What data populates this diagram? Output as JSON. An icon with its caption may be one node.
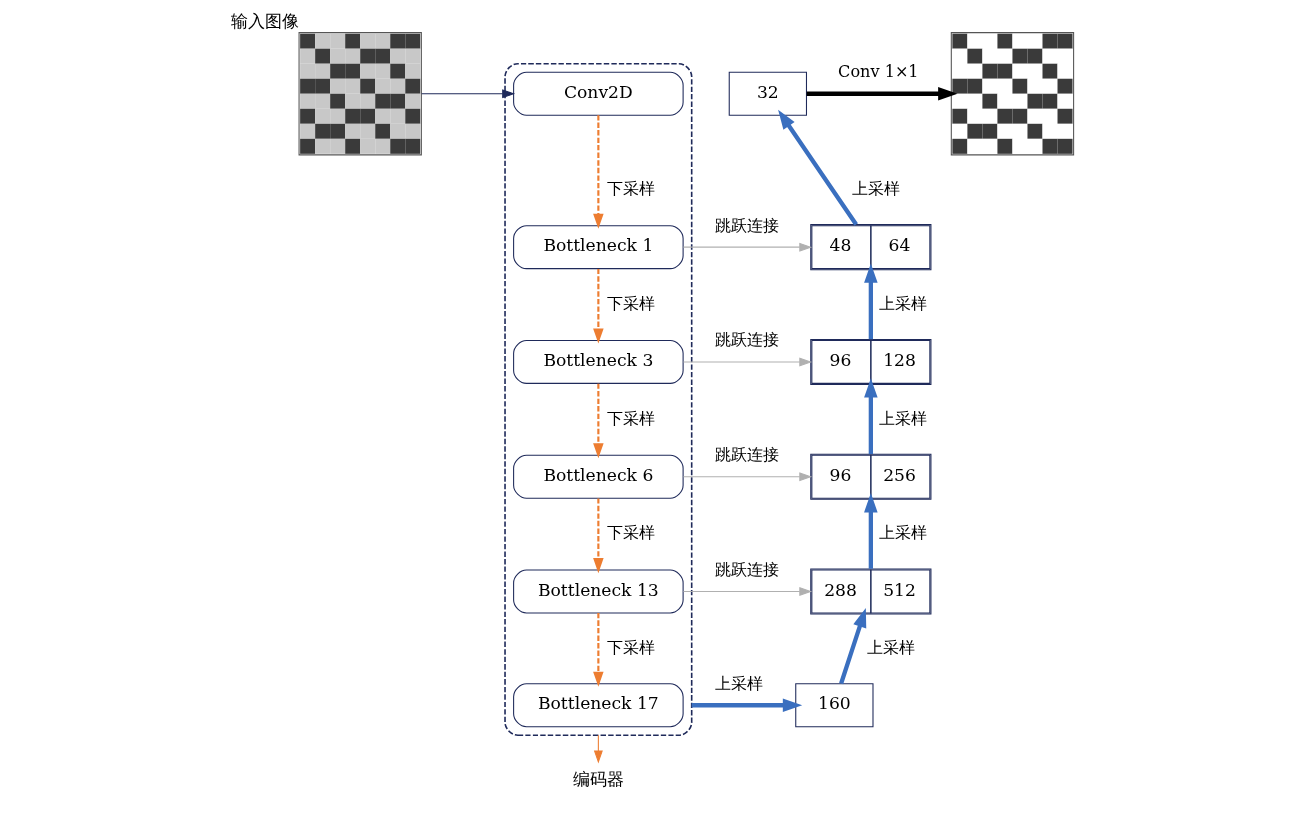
{
  "diagram": {
    "nodes": [
      {
        "text": [],
        "shape": "picture",
        "beside": [
          "输入图像"
        ]
      },
      {
        "text": [],
        "shape": "box"
      },
      {
        "text": [
          "Conv2D"
        ],
        "in": 1
      },
      {
        "text": [
          "Bottleneck 1"
        ],
        "in": 1
      },
      {
        "text": [
          "Bottleneck 3"
        ],
        "in": 1
      },
      {
        "text": [
          "Bottleneck 6"
        ],
        "in": 1
      },
      {
        "text": [
          "Bottleneck 13"
        ],
        "in": 1
      },
      {
        "text": [
          "Bottleneck 17"
        ],
        "in": 1
      },
      {
        "text": [
          "32"
        ]
      },
      {
        "text": [
          "48",
          "64"
        ]
      },
      {
        "text": [
          "96",
          "128"
        ]
      },
      {
        "text": [
          "96",
          "256"
        ]
      },
      {
        "text": [
          "288",
          "512"
        ]
      },
      {
        "text": [
          "160"
        ]
      },
      {
        "text": [],
        "shape": "picture"
      },
      {
        "text": [
          "编码器"
        ]
      }
    ],
    "edges": [
      {
        "from": 0,
        "to": 2,
        "arrow": "to",
        "color": "#1f2a5a"
      },
      {
        "from": 2,
        "to": 3,
        "arrow": "to",
        "label": "下采样",
        "style": "dashed",
        "color": "#ed7d31"
      },
      {
        "from": 3,
        "to": 4,
        "arrow": "to",
        "label": "下采样",
        "style": "dashed",
        "color": "#ed7d31"
      },
      {
        "from": 4,
        "to": 5,
        "arrow": "to",
        "label": "下采样",
        "style": "dashed",
        "color": "#ed7d31"
      },
      {
        "from": 5,
        "to": 6,
        "arrow": "to",
        "label": "下采样",
        "style": "dashed",
        "color": "#ed7d31"
      },
      {
        "from": 6,
        "to": 7,
        "arrow": "to",
        "label": "下采样",
        "style": "dashed",
        "color": "#ed7d31"
      },
      {
        "from": 3,
        "to": 9,
        "arrow": "to",
        "label": "跳跃连接",
        "color": "#b0b0b0"
      },
      {
        "from": 4,
        "to": 10,
        "arrow": "to",
        "label": "跳跃连接",
        "color": "#b0b0b0"
      },
      {
        "from": 5,
        "to": 11,
        "arrow": "to",
        "label": "跳跃连接",
        "color": "#b0b0b0"
      },
      {
        "from": 6,
        "to": 12,
        "arrow": "to",
        "label": "跳跃连接",
        "color": "#b0b0b0"
      },
      {
        "from": 1,
        "to": 13,
        "arrow": "to",
        "label": "上采样",
        "style": "thick",
        "color": "#3a6fbf"
      },
      {
        "from": 13,
        "to": 12,
        "arrow": "to",
        "label": "上采样",
        "style": "thick",
        "color": "#3a6fbf"
      },
      {
        "from": 12,
        "to": 11,
        "arrow": "to",
        "label": "上采样",
        "style": "thick",
        "color": "#3a6fbf"
      },
      {
        "from": 11,
        "to": 10,
        "arrow": "to",
        "label": "上采样",
        "style": "thick",
        "color": "#3a6fbf"
      },
      {
        "from": 10,
        "to": 9,
        "arrow": "to",
        "label": "上采样",
        "style": "thick",
        "color": "#3a6fbf"
      },
      {
        "from": 9,
        "to": 8,
        "arrow": "to",
        "label": "上采样",
        "style": "thick",
        "color": "#3a6fbf"
      },
      {
        "from": 8,
        "to": 14,
        "arrow": "to",
        "label": "Conv 1×1",
        "style": "thick",
        "color": "#000000"
      },
      {
        "from": 1,
        "to": 15,
        "arrow": "to",
        "color": "#ed7d31"
      }
    ]
  }
}
